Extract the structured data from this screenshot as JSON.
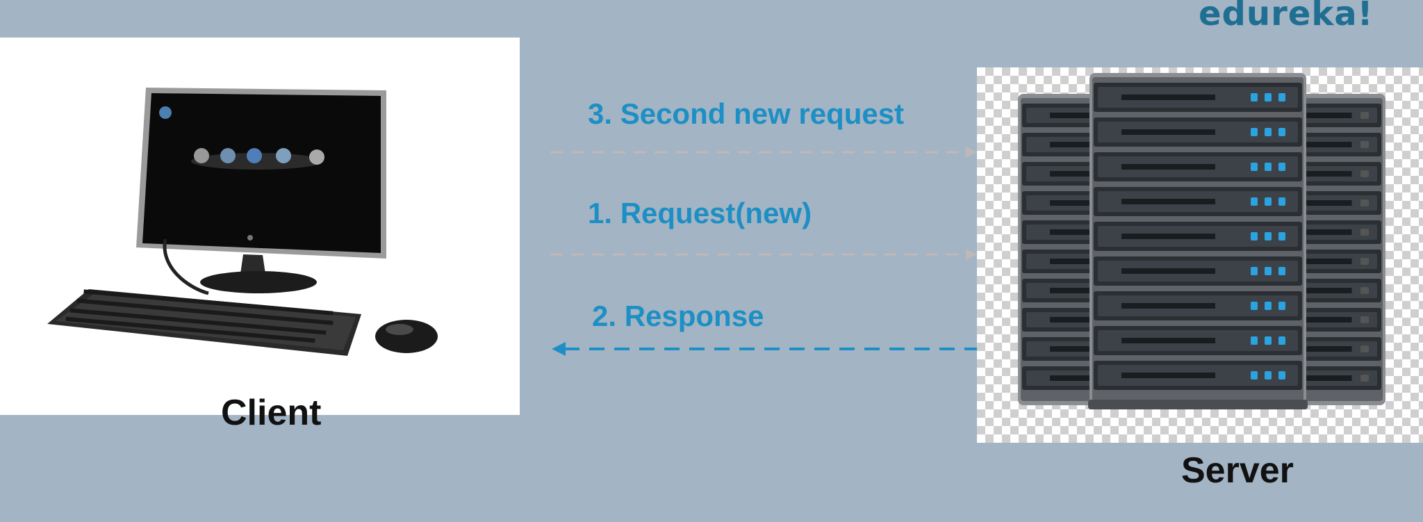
{
  "brand": "edureka!",
  "client": {
    "label": "Client"
  },
  "server": {
    "label": "Server"
  },
  "steps": {
    "second_request": "3.  Second new request",
    "request": "1.  Request(new)",
    "response": "2.  Response"
  },
  "colors": {
    "background": "#a3b4c4",
    "step_text": "#1d8fc4",
    "request_arrow": "#c0b8b8",
    "response_arrow": "#1d8fc4",
    "brand": "#1f6f93"
  }
}
